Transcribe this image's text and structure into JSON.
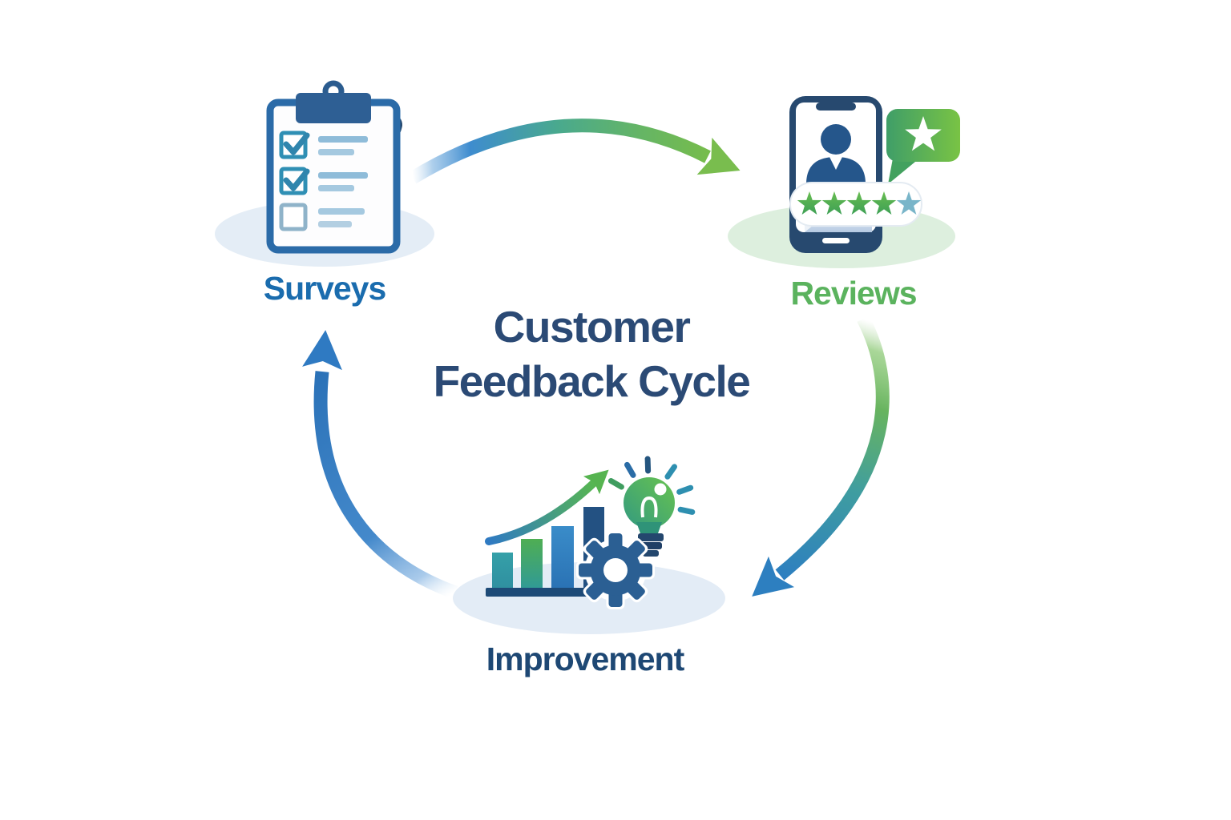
{
  "title": {
    "line1": "Customer",
    "line2": "Feedback Cycle",
    "color": "#2b4a75"
  },
  "nodes": [
    {
      "id": "surveys",
      "label": "Surveys",
      "label_color": "#1a6cae",
      "icon": "clipboard-checklist-icon",
      "icon_detail": {
        "checklist_rows": 3,
        "checked_rows": 2,
        "unchecked_rows": 1,
        "has_pencil": true
      }
    },
    {
      "id": "reviews",
      "label": "Reviews",
      "label_color": "#5bb35e",
      "icon": "phone-review-icon",
      "icon_detail": {
        "stars_total": 5,
        "stars_green": 4,
        "stars_teal": 1,
        "has_user_avatar": true,
        "has_star_speech-bubble": true
      }
    },
    {
      "id": "improvement",
      "label": "Improvement",
      "label_color": "#1e4874",
      "icon": "bar-chart-gear-lightbulb-icon",
      "icon_detail": {
        "bars": 4,
        "has_growth_arrow": true,
        "has_gear": true,
        "has_lightbulb": true
      }
    }
  ],
  "edges": [
    {
      "from": "surveys",
      "to": "reviews",
      "gradient": [
        "#3e8ccf",
        "#76bc4c"
      ]
    },
    {
      "from": "reviews",
      "to": "improvement",
      "gradient": [
        "#76bc4c",
        "#2d7fc0"
      ]
    },
    {
      "from": "improvement",
      "to": "surveys",
      "gradient": [
        "#8db9e4",
        "#2b72b8"
      ]
    }
  ],
  "colors": {
    "background": "#ffffff",
    "navy": "#27496f",
    "blue": "#2b7ac0",
    "green": "#5cb652",
    "teal": "#2f95a9",
    "shadow_blue": "#e4edf6",
    "shadow_green": "#ddefde"
  }
}
